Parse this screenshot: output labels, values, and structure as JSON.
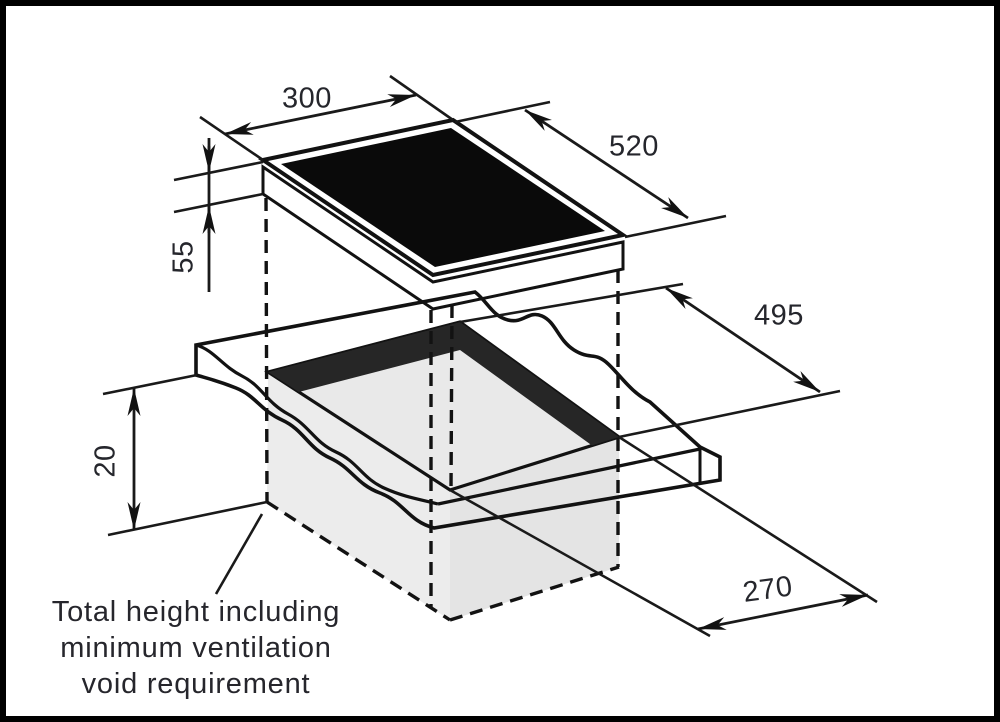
{
  "frame": {
    "border_color": "#000000",
    "background": "#ffffff"
  },
  "dimensions": {
    "hob_width": "300",
    "hob_depth": "520",
    "hob_height": "55",
    "cutout_length": "495",
    "void_depth": "20",
    "cutout_width": "270"
  },
  "caption": {
    "line1": "Total height including",
    "line2": "minimum ventilation",
    "line3": "void requirement"
  },
  "colors": {
    "hob_glass": "#0a0a0a",
    "hob_body": "#8f8f8f",
    "worktop": "#b5b5b5",
    "cutout_wall": "#262626",
    "void_fill": "#ececec",
    "line": "#121212"
  }
}
